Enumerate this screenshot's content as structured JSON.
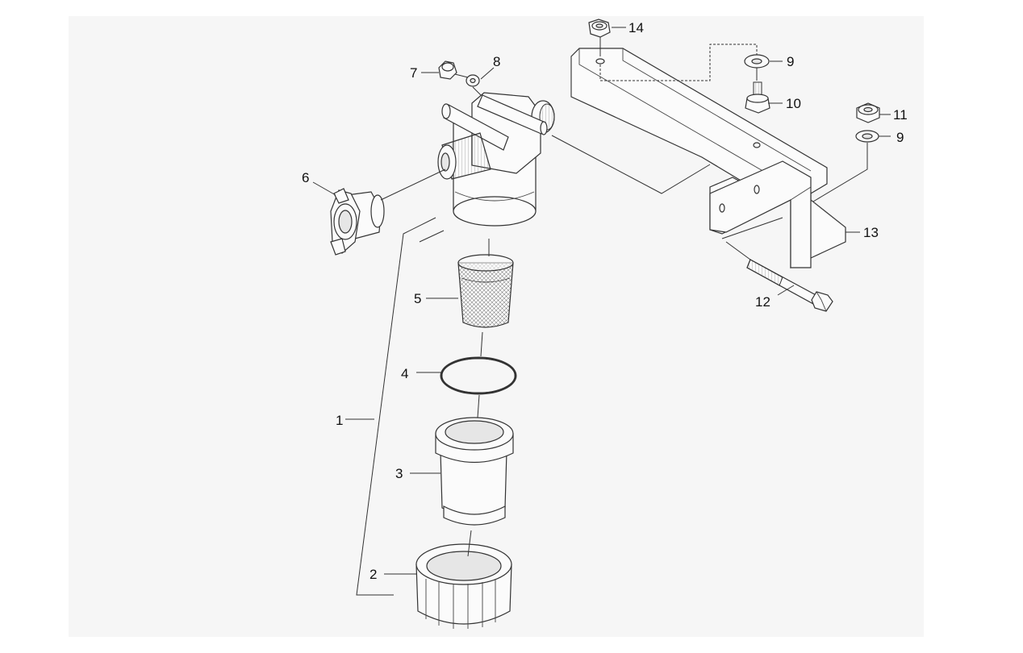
{
  "diagram": {
    "background": "#f6f6f6",
    "line_color": "#333333",
    "labels": {
      "p1": "1",
      "p2": "2",
      "p3": "3",
      "p4": "4",
      "p5": "5",
      "p6": "6",
      "p7": "7",
      "p8": "8",
      "p9a": "9",
      "p9b": "9",
      "p10": "10",
      "p11": "11",
      "p12": "12",
      "p13": "13",
      "p14": "14"
    }
  }
}
